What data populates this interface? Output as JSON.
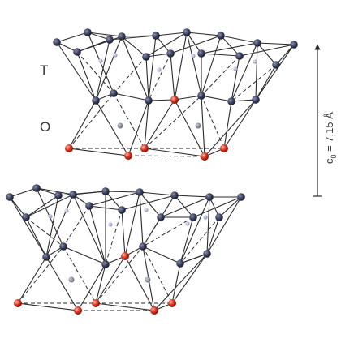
{
  "labels": {
    "tetrahedral": "T",
    "octahedral": "O",
    "c0_symbol": "c",
    "c0_subscript": "0",
    "c0_value": " = 7,15 Å"
  },
  "colors": {
    "dark_atom": "#3a3f5c",
    "oxygen_red": "#d9331f",
    "cation_pale": "#9fa9c9",
    "octahedral_cation": "#8a8f9c",
    "bond": "#2a2a2a",
    "label": "#3a3a3a"
  },
  "icons": {
    "arrow": "c0-up-arrow-icon"
  }
}
